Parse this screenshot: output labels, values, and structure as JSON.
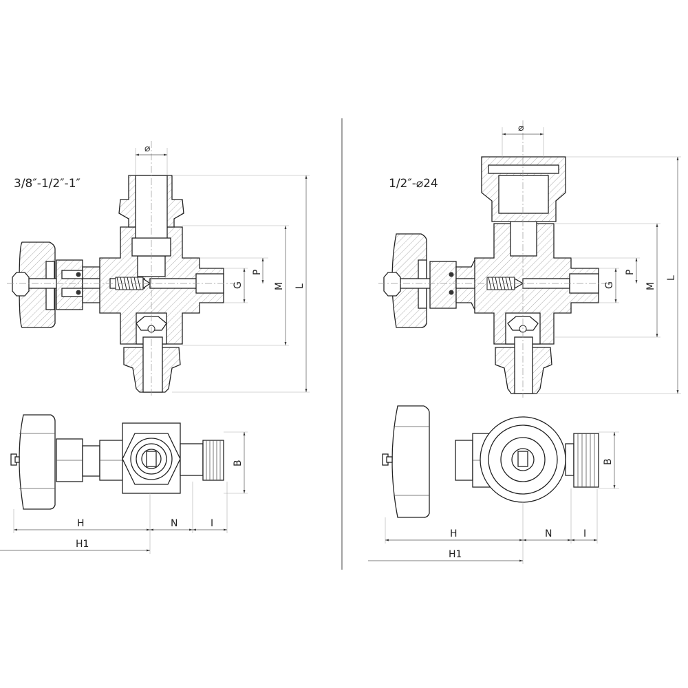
{
  "left_view": {
    "title": "3/8″-1/2″-1″",
    "dims": {
      "diameter": "⌀",
      "P": "P",
      "G": "G",
      "M": "M",
      "L": "L",
      "B": "B",
      "H": "H",
      "N": "N",
      "I": "I",
      "H1": "H1"
    }
  },
  "right_view": {
    "title": "1/2″-⌀24",
    "dims": {
      "diameter": "⌀",
      "P": "P",
      "G": "G",
      "M": "M",
      "L": "L",
      "B": "B",
      "H": "H",
      "N": "N",
      "I": "I",
      "H1": "H1"
    }
  }
}
